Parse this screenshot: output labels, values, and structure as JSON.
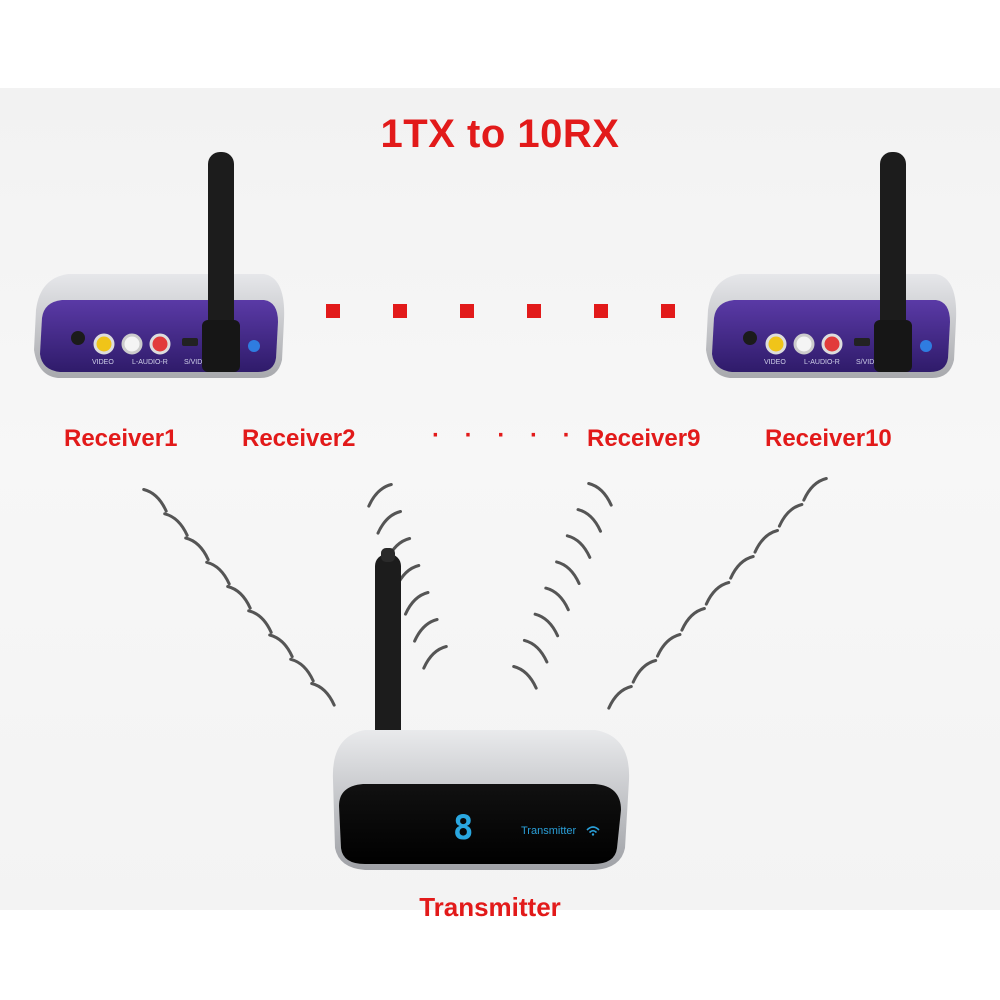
{
  "title": "1TX to 10RX",
  "receivers": {
    "labels": [
      "Receiver1",
      "Receiver2",
      "Receiver9",
      "Receiver10"
    ],
    "ellipsis": "· · · · ·",
    "panel_marks": [
      "VIDEO",
      "L-AUDIO-R",
      "S/VID"
    ]
  },
  "connector_dots_count": 6,
  "transmitter": {
    "label": "Transmitter",
    "display_digit": "8",
    "panel_label": "Transmitter"
  },
  "colors": {
    "accent": "#e21a1a",
    "receiver_panel": "#4b2f8f",
    "display_blue": "#2aa7e0",
    "body_silver": "#c8c9cc"
  },
  "icons": [
    "antenna-icon",
    "wifi-icon",
    "signal-wave-icon"
  ]
}
